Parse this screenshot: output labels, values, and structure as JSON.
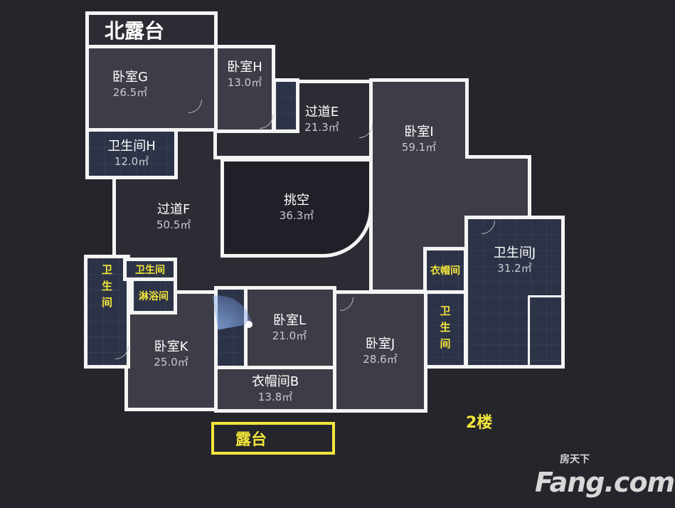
{
  "title_north": "北露台",
  "rooms": [
    {
      "name": "卧室G",
      "area": "26.5㎡"
    },
    {
      "name": "卧室H",
      "area": "13.0㎡"
    },
    {
      "name": "过道E",
      "area": "21.3㎡"
    },
    {
      "name": "卧室I",
      "area": "59.1㎡"
    },
    {
      "name": "卫生间H",
      "area": "12.0㎡"
    },
    {
      "name": "过道F",
      "area": "50.5㎡"
    },
    {
      "name": "挑空",
      "area": "36.3㎡"
    },
    {
      "name": "卫生间J",
      "area": "31.2㎡"
    },
    {
      "name": "卧室L",
      "area": "21.0㎡"
    },
    {
      "name": "卧室K",
      "area": "25.0㎡"
    },
    {
      "name": "卧室J",
      "area": "28.6㎡"
    },
    {
      "name": "衣帽间B",
      "area": "13.8㎡"
    }
  ],
  "small_labels": {
    "bath_left": "卫生间",
    "bath_small": "卫生间",
    "shower": "淋浴间",
    "closet": "衣帽间",
    "bath_right": "卫生间"
  },
  "terrace": "露台",
  "floor": "2楼",
  "watermark": {
    "brand": "Fang.com",
    "cn": "房天下"
  }
}
